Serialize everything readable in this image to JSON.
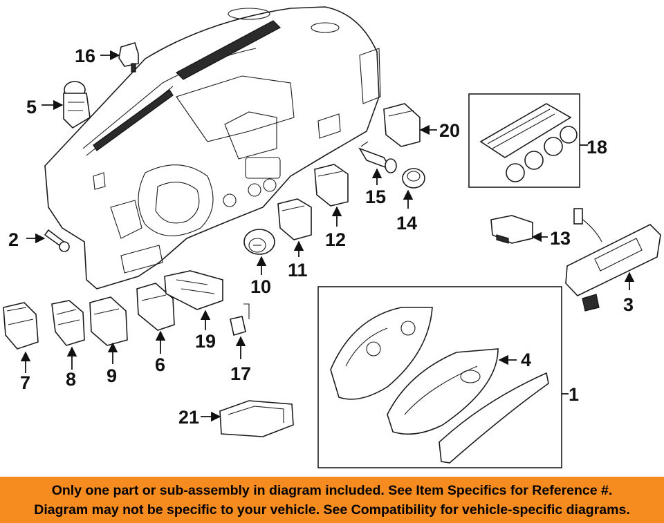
{
  "callouts": {
    "c1": "1",
    "c2": "2",
    "c3": "3",
    "c4": "4",
    "c5": "5",
    "c6": "6",
    "c7": "7",
    "c8": "8",
    "c9": "9",
    "c10": "10",
    "c11": "11",
    "c12": "12",
    "c13": "13",
    "c14": "14",
    "c15": "15",
    "c16": "16",
    "c17": "17",
    "c18": "18",
    "c19": "19",
    "c20": "20",
    "c21": "21"
  },
  "banner": {
    "line1": "Only one part or sub-assembly in diagram included. See Item Specifics for Reference #.",
    "line2": "Diagram may not be specific to your vehicle. See Compatibility for vehicle-specific diagrams.",
    "color": "#f68b1f"
  }
}
